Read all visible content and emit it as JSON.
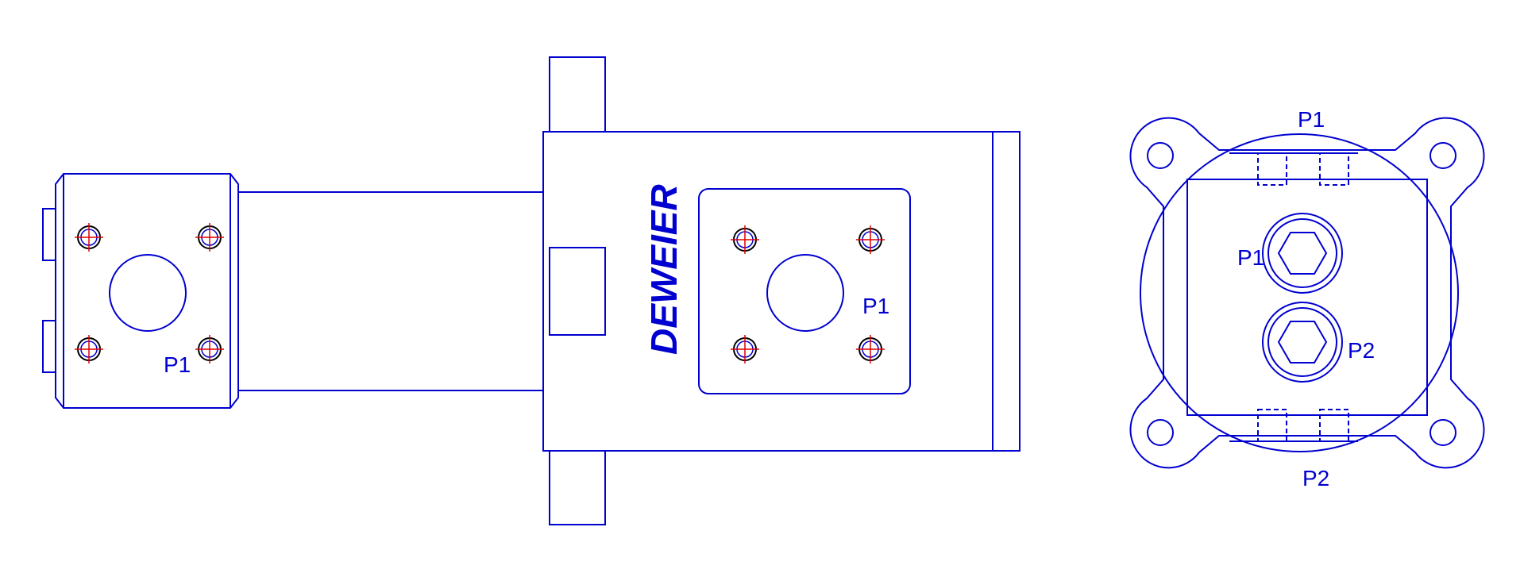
{
  "colors": {
    "line": "#0000d0",
    "hole_outline": "#000000",
    "crosshair": "#e00000",
    "background": "#ffffff"
  },
  "left_view": {
    "port_label": "P1"
  },
  "center_view": {
    "brand": "DEWEIER",
    "port_label": "P1"
  },
  "right_view": {
    "label_top": "P1",
    "label_bottom": "P2",
    "port_p1_label": "P1",
    "port_p2_label": "P2"
  }
}
